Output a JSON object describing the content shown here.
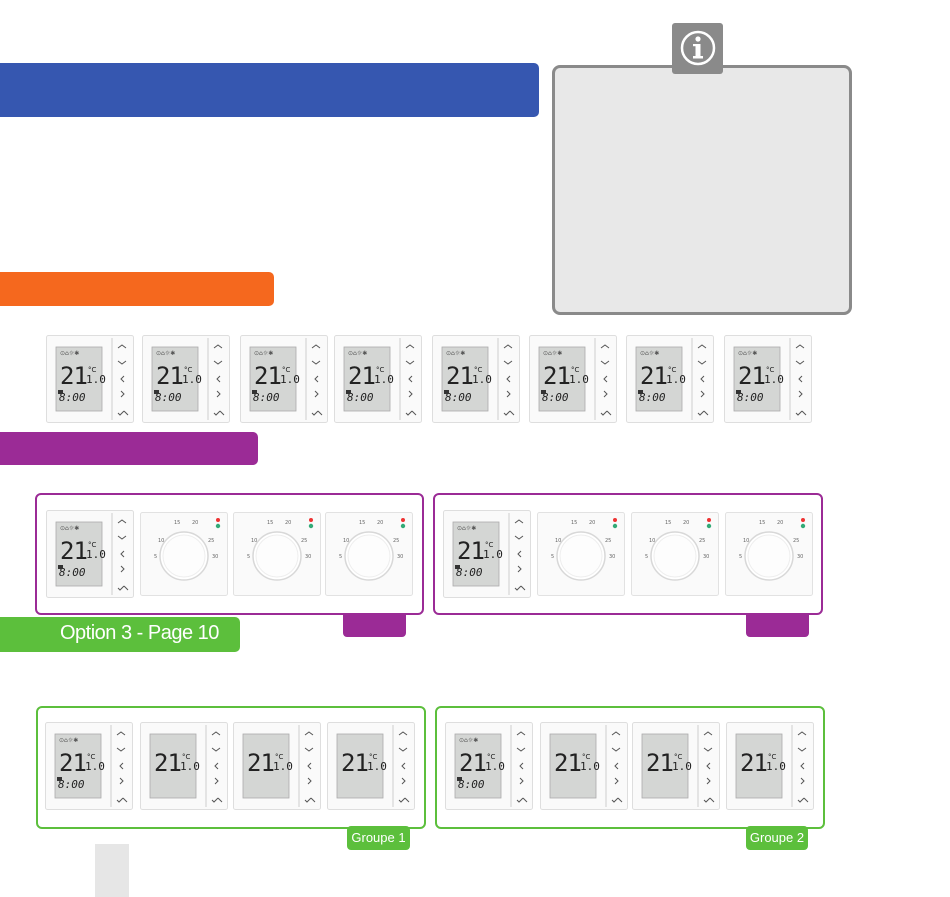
{
  "sections": {
    "option3_label": "Option 3 - Page 10",
    "group1_label": "Groupe 1",
    "group2_label": "Groupe 2"
  },
  "thermostat_display": {
    "temperature": "21",
    "decimal": "1.0",
    "unit": "°C",
    "time": "8:00"
  },
  "dial": {
    "scale": [
      "5",
      "10",
      "15",
      "20",
      "25",
      "30"
    ]
  },
  "colors": {
    "blue": "#3657b0",
    "orange": "#f5681e",
    "purple": "#9b2b96",
    "green": "#5cbf3c",
    "info_gray": "#8a8a8a"
  },
  "icons": {
    "info": "info-icon",
    "up": "chevron-up-icon",
    "down": "chevron-down-icon",
    "left": "chevron-left-icon",
    "right": "chevron-right-icon",
    "confirm": "check-icon"
  }
}
